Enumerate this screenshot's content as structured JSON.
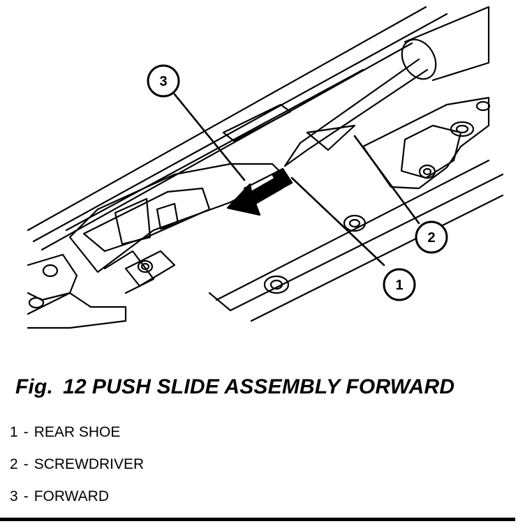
{
  "figure": {
    "label": "Fig.",
    "number": "12",
    "title": "PUSH SLIDE ASSEMBLY FORWARD"
  },
  "callouts": [
    "1",
    "2",
    "3"
  ],
  "legend": [
    {
      "num": "1",
      "sep": "-",
      "text": "REAR SHOE"
    },
    {
      "num": "2",
      "sep": "-",
      "text": "SCREWDRIVER"
    },
    {
      "num": "3",
      "sep": "-",
      "text": "FORWARD"
    }
  ]
}
